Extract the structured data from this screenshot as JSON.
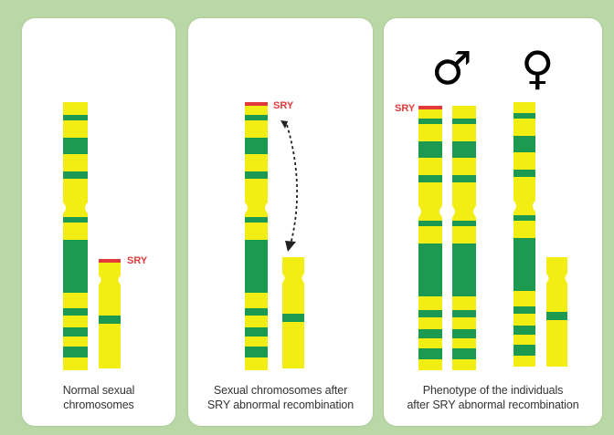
{
  "colors": {
    "yellow": "#f2ee14",
    "green": "#1d9a52",
    "sry": "#e23a3a",
    "background": "#b9d8a6",
    "panel": "#ffffff"
  },
  "panels": [
    {
      "caption_line1": "Normal sexual",
      "caption_line2": "chromosomes"
    },
    {
      "caption_line1": "Sexual chromosomes after",
      "caption_line2": "SRY abnormal recombination"
    },
    {
      "caption_line1": "Phenotype of the individuals",
      "caption_line2": "after SRY abnormal recombination"
    }
  ],
  "labels": {
    "sry": "SRY",
    "male_symbol": "♂",
    "female_symbol": "♀"
  }
}
